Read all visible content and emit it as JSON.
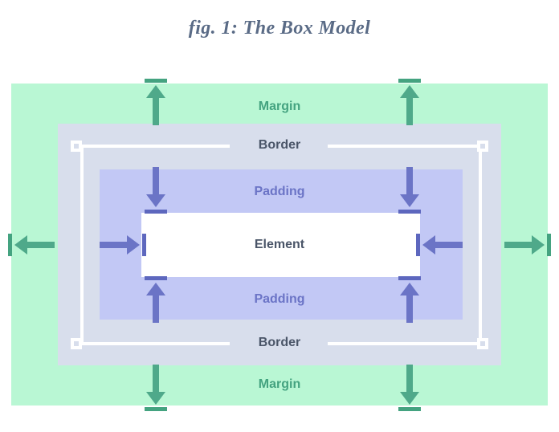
{
  "figure": {
    "title": "fig. 1: The Box Model"
  },
  "colors": {
    "margin_fill": "#B9F7D4",
    "margin_accent": "#44A380",
    "border_fill": "#D8DEEC",
    "border_line": "#FFFFFF",
    "border_text": "#4A5568",
    "padding_fill": "#C2C8F5",
    "padding_accent": "#6B74C6",
    "element_fill": "#FFFFFF",
    "element_text": "#4A5568",
    "title_text": "#5A6B86",
    "page_background": "#FFFFFF"
  },
  "regions": {
    "margin": {
      "label": "Margin"
    },
    "border": {
      "label": "Border"
    },
    "padding": {
      "label": "Padding"
    },
    "element": {
      "label": "Element"
    }
  },
  "labels": {
    "margin_top": "Margin",
    "margin_bottom": "Margin",
    "border_top": "Border",
    "border_bottom": "Border",
    "padding_top": "Padding",
    "padding_bottom": "Padding",
    "element": "Element"
  }
}
